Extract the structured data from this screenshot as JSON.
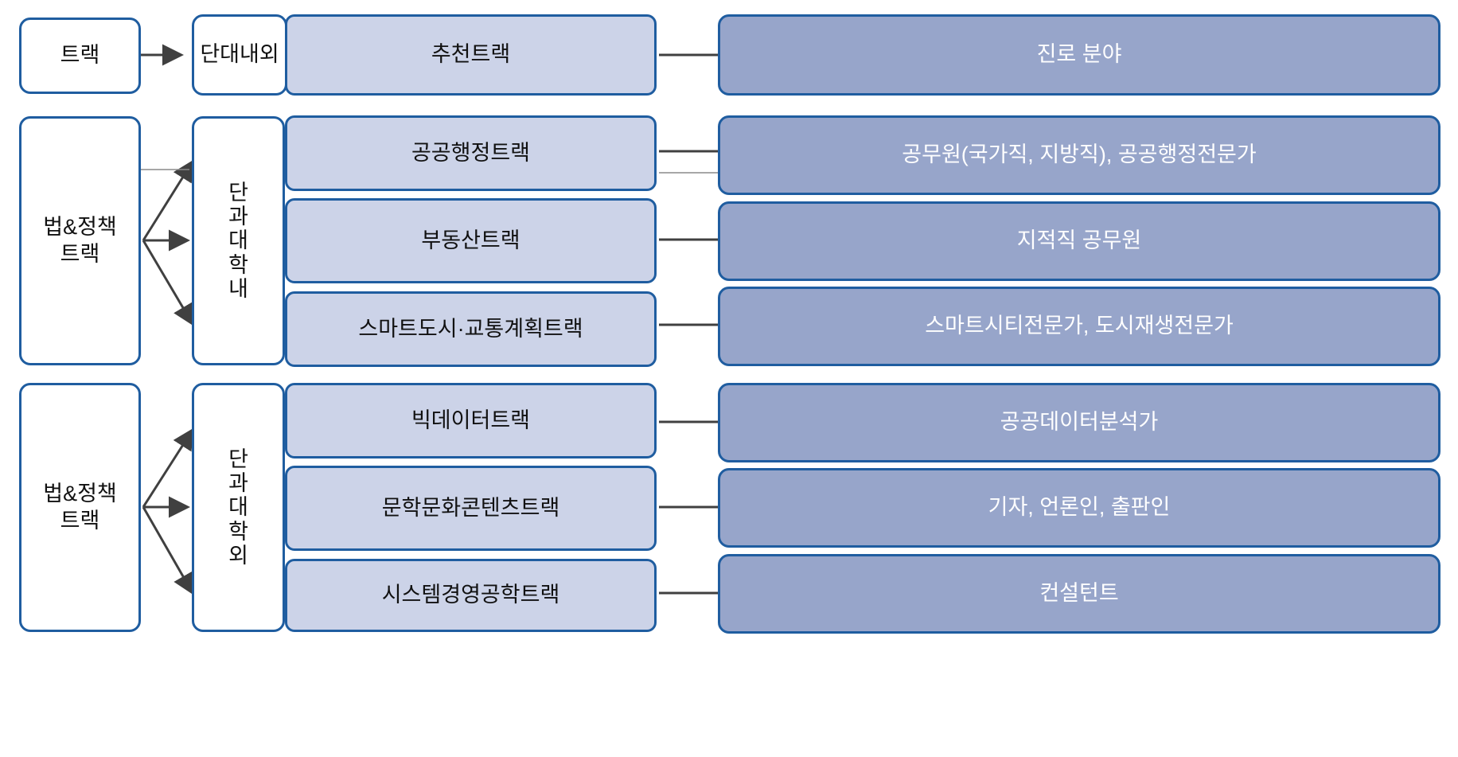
{
  "diagram": {
    "title_semantic": "track-career-flow-diagram",
    "colors": {
      "border": "#1f5da0",
      "light_block": "#ccd3e8",
      "dark_block": "#97a5ca",
      "white_block": "#ffffff",
      "arrow": "#404040",
      "text_dark": "#111111",
      "text_light": "#ffffff"
    },
    "groups": [
      {
        "id": "group-1",
        "source_label": "트랙",
        "scope_label": "단대내외",
        "scope_vertical": false,
        "rows": [
          {
            "track": "추천트랙",
            "career": "진로  분야"
          }
        ]
      },
      {
        "id": "group-2",
        "source_label": "법&정책\n트랙",
        "scope_label": "단과대학내",
        "scope_vertical": true,
        "scope_chars": [
          "단",
          "과",
          "대",
          "학",
          "내"
        ],
        "rows": [
          {
            "track": "공공행정트랙",
            "career": "공무원(국가직, 지방직), 공공행정전문가"
          },
          {
            "track": "부동산트랙",
            "career": "지적직 공무원"
          },
          {
            "track": "스마트도시·교통계획트랙",
            "career": "스마트시티전문가, 도시재생전문가"
          }
        ]
      },
      {
        "id": "group-3",
        "source_label": "법&정책\n트랙",
        "scope_label": "단과대학외",
        "scope_vertical": true,
        "scope_chars": [
          "단",
          "과",
          "대",
          "학",
          "외"
        ],
        "rows": [
          {
            "track": "빅데이터트랙",
            "career": "공공데이터분석가"
          },
          {
            "track": "문학문화콘텐츠트랙",
            "career": "기자, 언론인, 출판인"
          },
          {
            "track": "시스템경영공학트랙",
            "career": "컨설턴트"
          }
        ]
      }
    ]
  }
}
